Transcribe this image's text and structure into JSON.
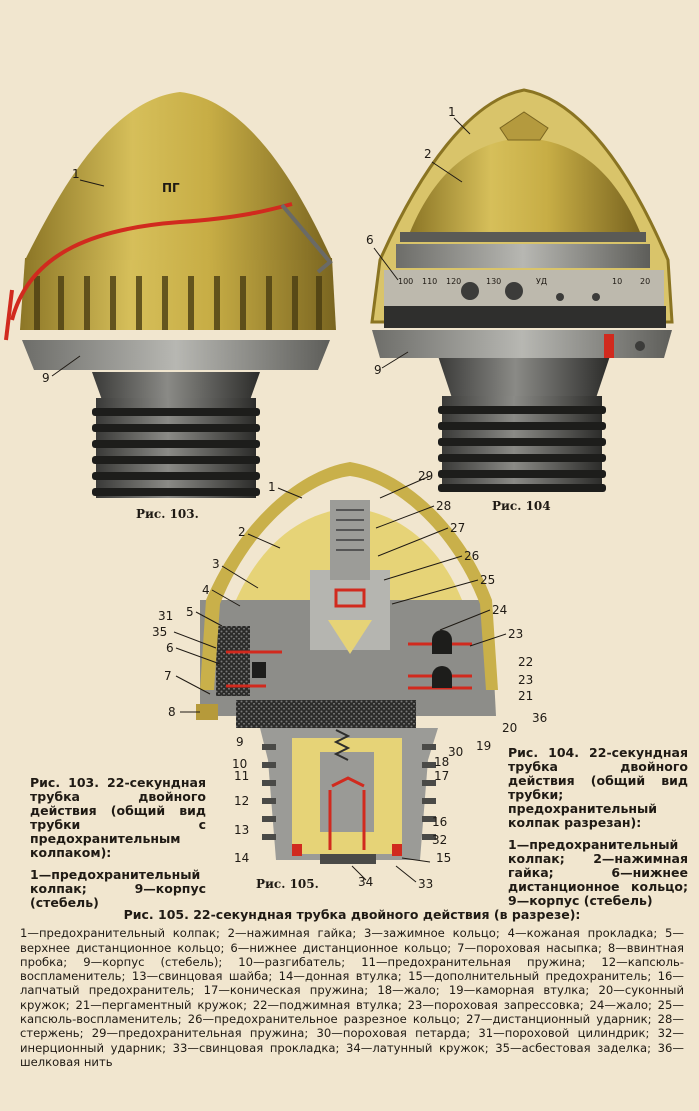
{
  "figures": {
    "fig103": {
      "label": "Рис.   103.",
      "cap_mark": "ПГ",
      "callouts": [
        "1",
        "9"
      ],
      "caption_title": "Рис.   103.   22-секундная трубка двойного действия (общий вид трубки с предохранительным колпаком):",
      "caption_parts": "1—предохранительный колпак; 9—корпус (стебель)"
    },
    "fig104": {
      "label": "Рис.   104",
      "callouts": [
        "1",
        "2",
        "6",
        "9"
      ],
      "scale_marks": [
        "100",
        "110",
        "120",
        "130",
        "УД",
        "10",
        "20"
      ],
      "caption_title": "Рис.   104.   22-секундная трубка двойного действия (общий вид трубки; предохранительный колпак разрезан):",
      "caption_parts": "1—предохранительный колпак; 2—нажимная гайка; 6—нижнее дистанционное кольцо; 9—корпус (стебель)"
    },
    "fig105": {
      "label": "Рис.   105.",
      "callouts_left": [
        "1",
        "2",
        "3",
        "4",
        "5",
        "31",
        "35",
        "6",
        "7",
        "8",
        "9",
        "10",
        "11",
        "12",
        "13",
        "14"
      ],
      "callouts_right": [
        "29",
        "28",
        "27",
        "26",
        "25",
        "24",
        "23",
        "22",
        "23",
        "21",
        "36",
        "20",
        "19",
        "30",
        "18",
        "17",
        "16",
        "32",
        "15",
        "33"
      ],
      "callout_bottom": "34"
    }
  },
  "legend": {
    "title": "Рис. 105. 22-секундная трубка двойного действия (в разрезе):",
    "text": "1—предохранительный колпак; 2—нажимная гайка; 3—зажимное кольцо; 4—кожаная прокладка; 5—верхнее дистанционное кольцо; 6—нижнее дистанционное кольцо; 7—пороховая насыпка; 8—ввинтная пробка; 9—корпус (стебель); 10—разгибатель; 11—предохранительная пружина; 12—капсюль-воспламенитель; 13—свинцовая шайба; 14—донная втулка; 15—дополнительный предохранитель; 16—лапчатый предохранитель; 17—коническая пружина; 18—жало; 19—каморная втулка; 20—суконный кружок; 21—пергаментный кружок; 22—поджимная втулка; 23—пороховая запрессовка; 24—жало; 25—капсюль-воспламенитель; 26—предохранительное разрезное кольцо; 27—дистанционный ударник; 28—стержень; 29—предохранительная пружина; 30—пороховая петарда; 31—пороховой цилиндрик; 32—инерционный ударник; 33—свинцовая прокладка; 34—латунный кружок; 35—асбестовая заделка; 36—шелковая нить"
  },
  "colors": {
    "paper": "#f1e6cf",
    "brass": "#c9b04a",
    "brass_dark": "#8a7422",
    "steel": "#5c5c58",
    "steel_dark": "#2e2e2c",
    "red": "#d12a1e"
  }
}
